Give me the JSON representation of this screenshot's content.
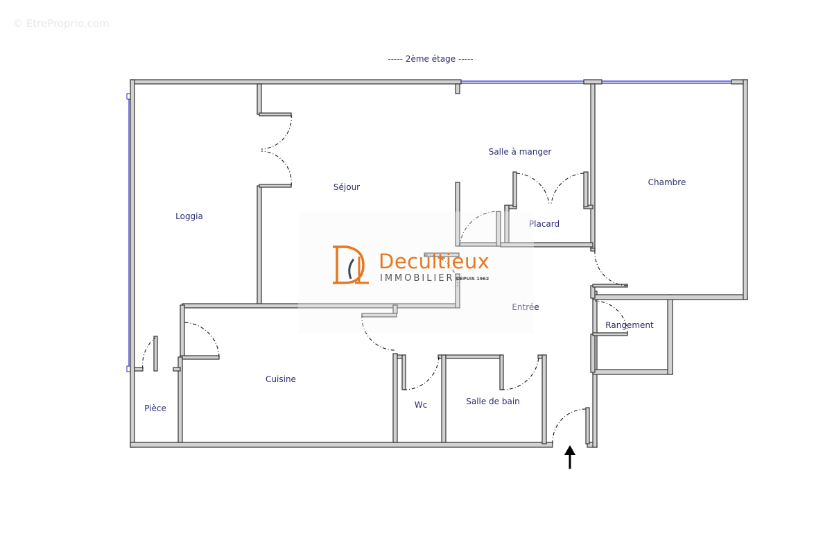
{
  "watermark": "© EtreProprio.com",
  "floor_label": "-----  2ème étage  -----",
  "rooms": [
    {
      "id": "loggia",
      "label": "Loggia"
    },
    {
      "id": "sejour",
      "label": "Séjour"
    },
    {
      "id": "salle-a-manger",
      "label": "Salle à manger"
    },
    {
      "id": "chambre",
      "label": "Chambre"
    },
    {
      "id": "placard",
      "label": "Placard"
    },
    {
      "id": "entree",
      "label": "Entrée"
    },
    {
      "id": "rangement",
      "label": "Rangement"
    },
    {
      "id": "cuisine",
      "label": "Cuisine"
    },
    {
      "id": "piece",
      "label": "Pièce"
    },
    {
      "id": "wc",
      "label": "Wc"
    },
    {
      "id": "salle-de-bain",
      "label": "Salle de bain"
    }
  ],
  "logo": {
    "monogram": "DI",
    "name": "Decultieux",
    "subtitle": "IMMOBILIER",
    "since": "DEPUIS 1962",
    "brand_color": "#e87722"
  },
  "entrance_marker": "arrow-up-icon",
  "colors": {
    "wall_fill": "#d2d2d2",
    "wall_stroke": "#333333",
    "window": "#2a2ad0",
    "label": "#2b2b72"
  }
}
